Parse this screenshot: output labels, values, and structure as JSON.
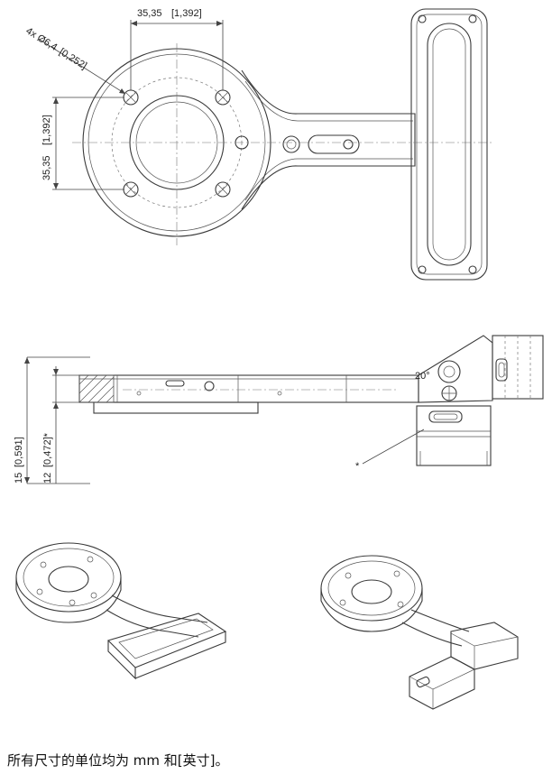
{
  "dimensions": {
    "hole_spacing_h": "35,35",
    "hole_spacing_h_inch": "[1,392]",
    "hole_spacing_v": "35,35",
    "hole_spacing_v_inch": "[1,392]",
    "hole_dia": "4x Ø6,4",
    "hole_dia_inch": "[0,252]",
    "height_total": "15",
    "height_total_inch": "[0,591]",
    "height_body": "12",
    "height_body_inch": "[0,472]*",
    "callout_mark": "*",
    "hinge_angle": "20°"
  },
  "caption": "所有尺寸的单位均为 mm 和[英寸]。"
}
